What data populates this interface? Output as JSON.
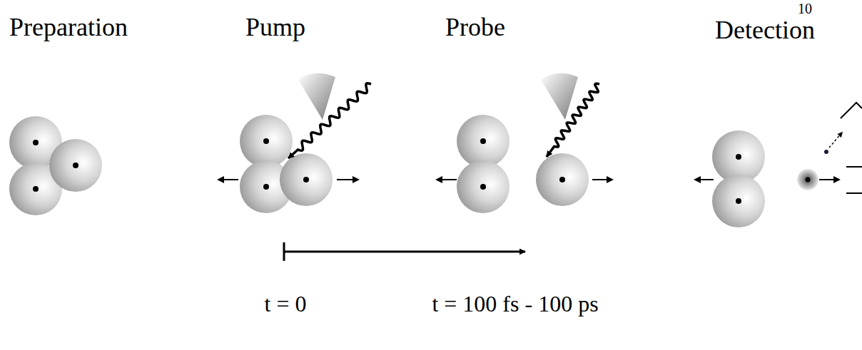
{
  "diagram": {
    "labels": [
      "10",
      "Preparation",
      "Pump",
      "Probe",
      "Detection",
      "t = 0",
      "t = 100 fs - 100 ps"
    ]
  }
}
